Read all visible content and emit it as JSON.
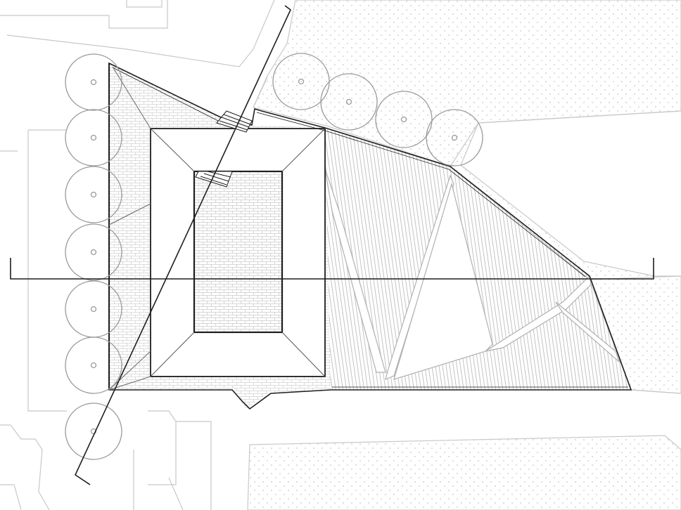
{
  "drawing": {
    "type": "architectural site plan",
    "colors": {
      "background": "#ffffff",
      "building_line": "#1e1e1e",
      "context_line": "#c8c8c8",
      "tree_line": "#9a9a9a",
      "hatch_line": "#b4b4b4",
      "stipple_dot": "#c6c6c6"
    },
    "elements": {
      "street_trees_west": 7,
      "street_trees_north": 4,
      "stairs": 2,
      "section_cut_lines": 2
    }
  }
}
